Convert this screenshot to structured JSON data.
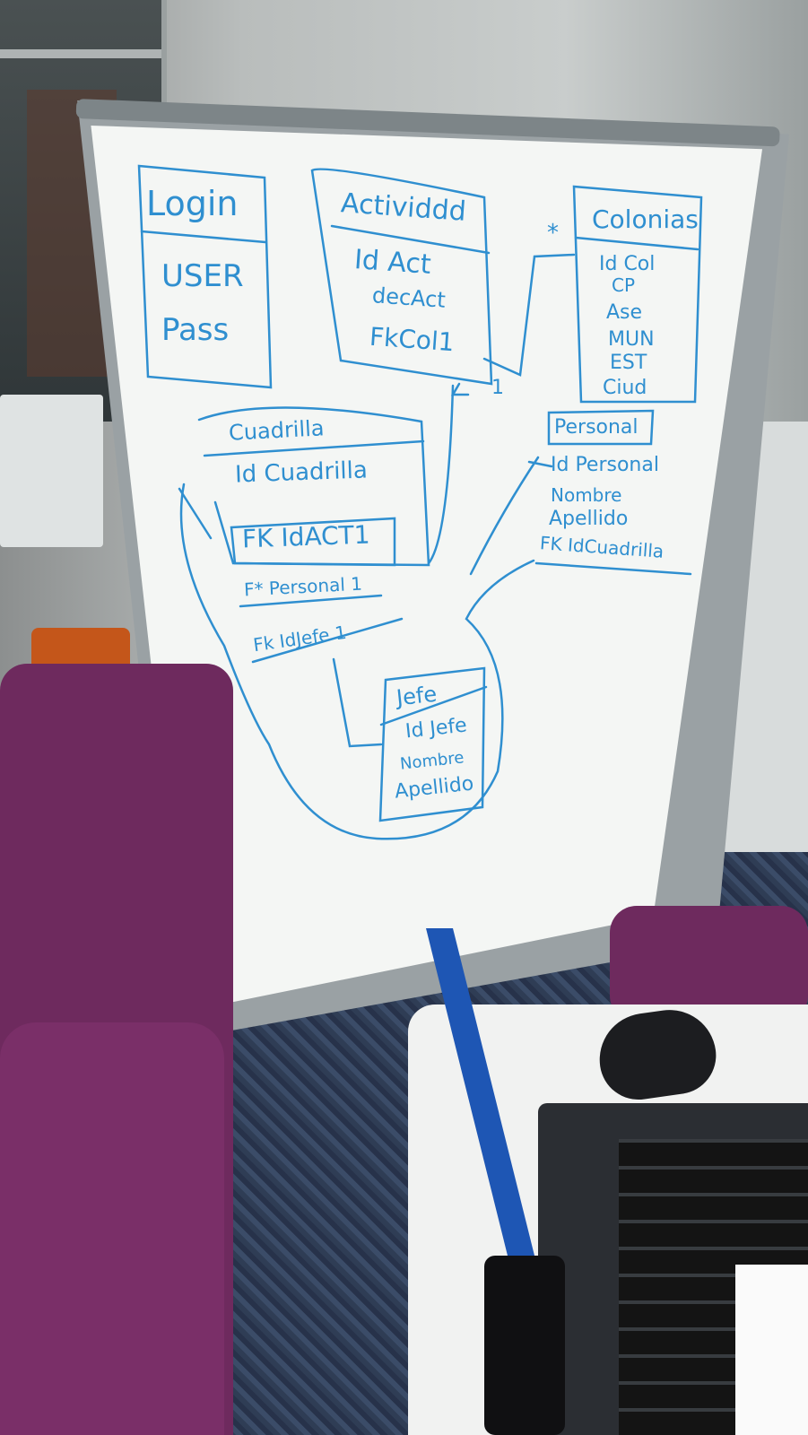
{
  "whiteboard": {
    "entities": [
      {
        "id": "login",
        "title": "Login",
        "fields": [
          "USER",
          "Pass"
        ]
      },
      {
        "id": "actividad",
        "title": "Actividdd",
        "fields": [
          "Id Act",
          "decAct",
          "FkCol1"
        ]
      },
      {
        "id": "colonias",
        "title": "Colonias",
        "fields": [
          "Id Col",
          "CP",
          "Ase",
          "MUN",
          "EST",
          "Ciud"
        ]
      },
      {
        "id": "cuadrilla",
        "title": "Cuadrilla",
        "fields": [
          "Id Cuadrilla",
          "FK IdACT1",
          "F* Personal 1",
          "Fk IdJefe 1"
        ]
      },
      {
        "id": "personal",
        "title": "Personal",
        "fields": [
          "Id Personal",
          "Nombre",
          "Apellido",
          "FK IdCuadrilla"
        ]
      },
      {
        "id": "jefe",
        "title": "Jefe",
        "fields": [
          "Id Jefe",
          "Nombre",
          "Apellido"
        ]
      }
    ],
    "cardinality": {
      "many": "*",
      "one": "1"
    }
  },
  "colors": {
    "marker": "#2f8fd0",
    "board": "#f4f6f4",
    "chair": "#6e2a5e",
    "laptop": "#1e56b4"
  }
}
